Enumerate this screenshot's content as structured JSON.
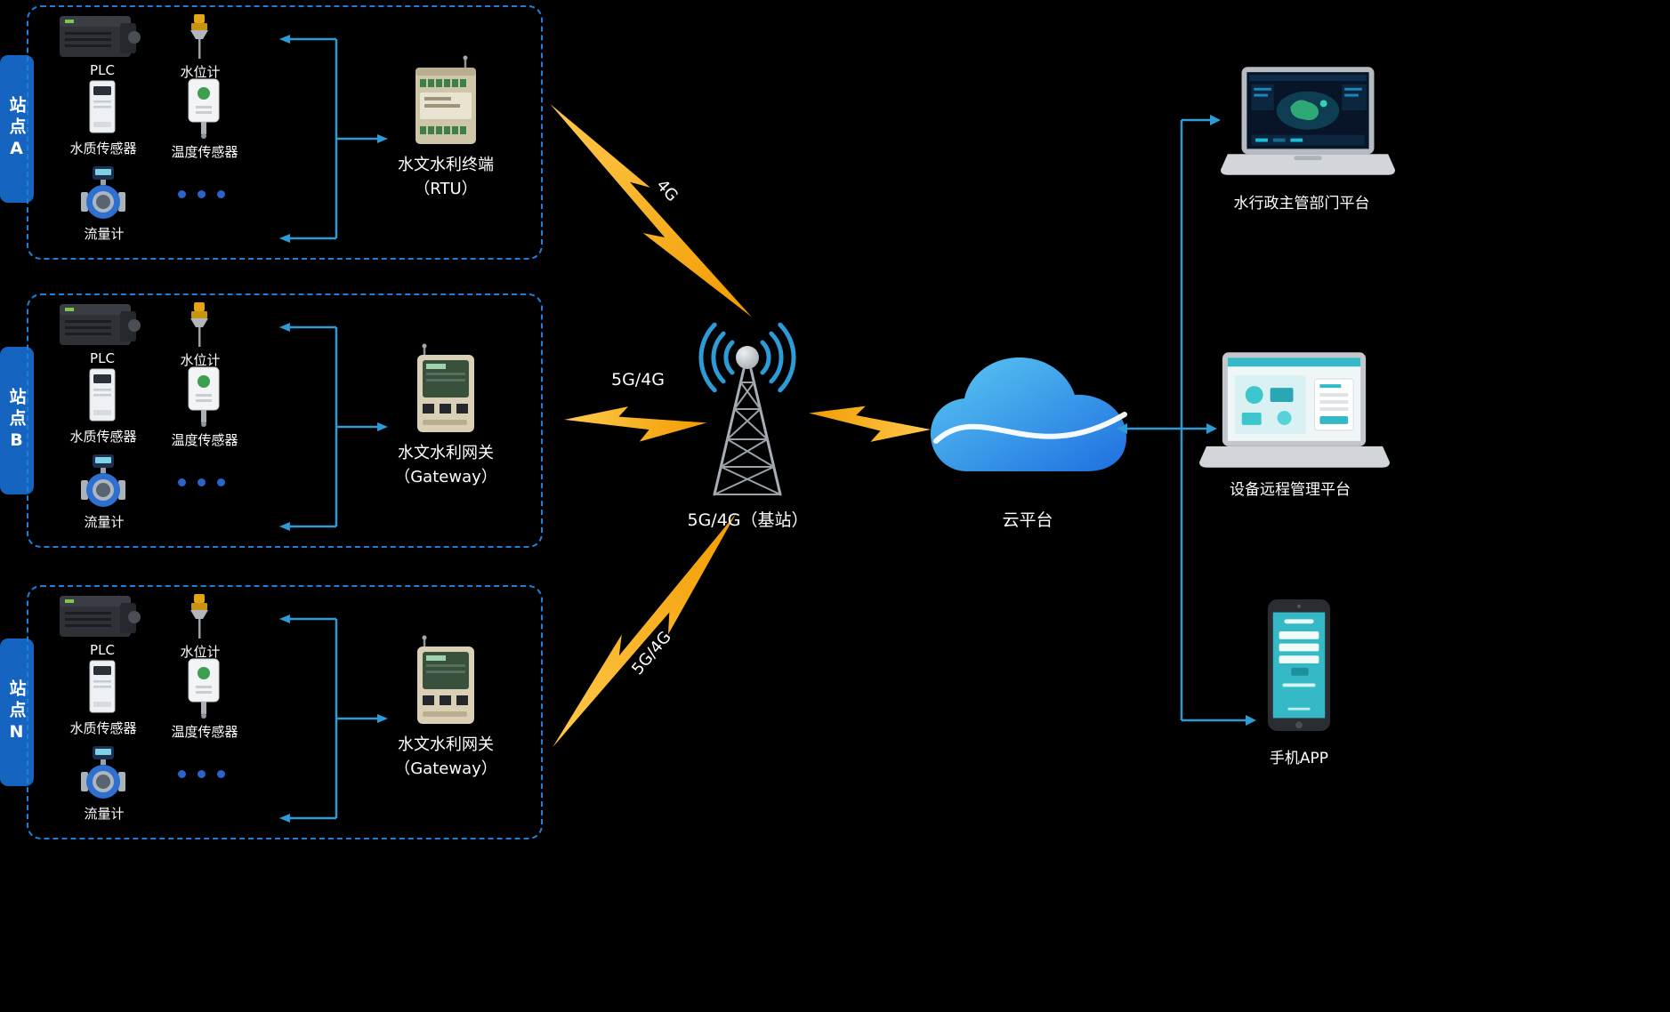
{
  "diagram": {
    "colors": {
      "accent_blue": "#2F9BD6",
      "dashed_border": "#1E7FD8",
      "station_tab_bg": "#1565C0",
      "lightning_yellow": "#F7B318",
      "ellipsis_dot_blue": "#2B63C9",
      "cloud_gradient_start": "#5BC9F2",
      "cloud_gradient_end": "#1E6FE0",
      "background": "#000000"
    },
    "stations": [
      {
        "tab": "站点A",
        "sensors": {
          "plc": "PLC",
          "level": "水位计",
          "quality": "水质传感器",
          "temp": "温度传感器",
          "flow": "流量计"
        },
        "device": {
          "line1": "水文水利终端",
          "line2": "（RTU）"
        }
      },
      {
        "tab": "站点B",
        "sensors": {
          "plc": "PLC",
          "level": "水位计",
          "quality": "水质传感器",
          "temp": "温度传感器",
          "flow": "流量计"
        },
        "device": {
          "line1": "水文水利网关",
          "line2": "（Gateway）"
        }
      },
      {
        "tab": "站点N",
        "sensors": {
          "plc": "PLC",
          "level": "水位计",
          "quality": "水质传感器",
          "temp": "温度传感器",
          "flow": "流量计"
        },
        "device": {
          "line1": "水文水利网关",
          "line2": "（Gateway）"
        }
      }
    ],
    "links": {
      "station_a": "4G",
      "station_b": "5G/4G",
      "station_n": "5G/4G"
    },
    "tower": {
      "label": "5G/4G（基站）"
    },
    "cloud": {
      "label": "云平台"
    },
    "platforms": {
      "gov": "水行政主管部门平台",
      "remote": "设备远程管理平台",
      "app": "手机APP"
    }
  }
}
